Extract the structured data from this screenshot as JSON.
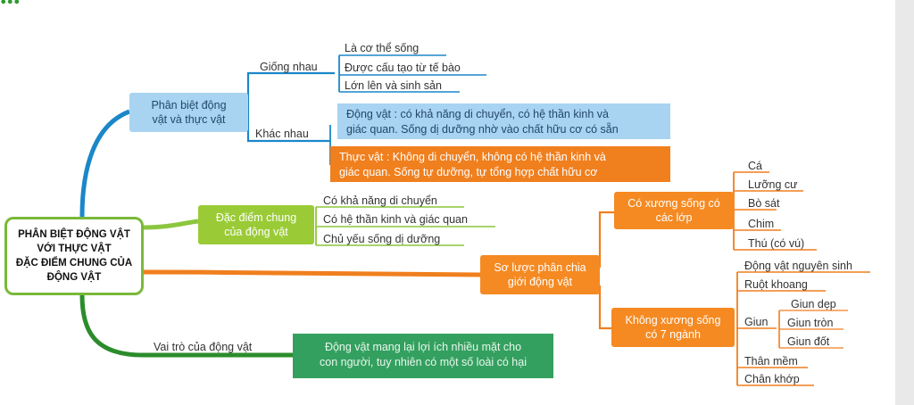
{
  "title": "...",
  "root": [
    "PHÂN BIỆT ĐỘNG VẬT",
    "VỚI THỰC VẬT",
    "ĐẶC ĐIỂM CHUNG CỦA",
    "ĐỘNG VẬT"
  ],
  "branch1": {
    "label": [
      "Phân biệt động",
      "vật và thực vật"
    ],
    "giong_label": "Giống nhau",
    "giong_items": [
      "Là cơ thể sống",
      "Được cấu tạo từ tế bào",
      "Lớn lên và sinh sản"
    ],
    "khac_label": "Khác nhau",
    "dong_vat": [
      "Động vật : có khả năng di chuyển, có hệ thần kinh và",
      "giác quan. Sống dị dưỡng nhờ vào chất hữu cơ có sẵn"
    ],
    "thuc_vat": [
      "Thực vật : Không di chuyển, không có hệ thần kinh và",
      "giác quan. Sống tự dưỡng, tự tổng hợp chất hữu cơ"
    ]
  },
  "branch2": {
    "label": [
      "Đặc điểm chung",
      "của động vật"
    ],
    "items": [
      "Có khả năng di chuyển",
      "Có hệ thần kinh và giác quan",
      "Chủ yếu sống dị dưỡng"
    ]
  },
  "branch3": {
    "label": [
      "Sơ lược phân chia",
      "giới động vật"
    ],
    "xs_label": [
      "Có xương sống có",
      "các lớp"
    ],
    "xs_items": [
      "Cá",
      "Lưỡng cư",
      "Bò sát",
      "Chim",
      "Thú (có vú)"
    ],
    "kxs_label": [
      "Không xương sống",
      "có 7 ngành"
    ],
    "kxs_items": [
      "Động vật nguyên sinh",
      "Ruột khoang"
    ],
    "giun_label": "Giun",
    "giun_items": [
      "Giun dẹp",
      "Giun tròn",
      "Giun đốt"
    ],
    "kxs_items2": [
      "Thân mềm",
      "Chân khớp"
    ]
  },
  "branch4": {
    "label": "Vai trò của động vật",
    "desc": [
      "Động vật mang lại lợi ích nhiều mặt cho",
      "con người, tuy nhiên có một số loài có hại"
    ]
  },
  "colors": {
    "blue": "#1b87c9",
    "green": "#8cc63f",
    "orange": "#f07f1e",
    "darkgreen": "#2c8c2c"
  }
}
